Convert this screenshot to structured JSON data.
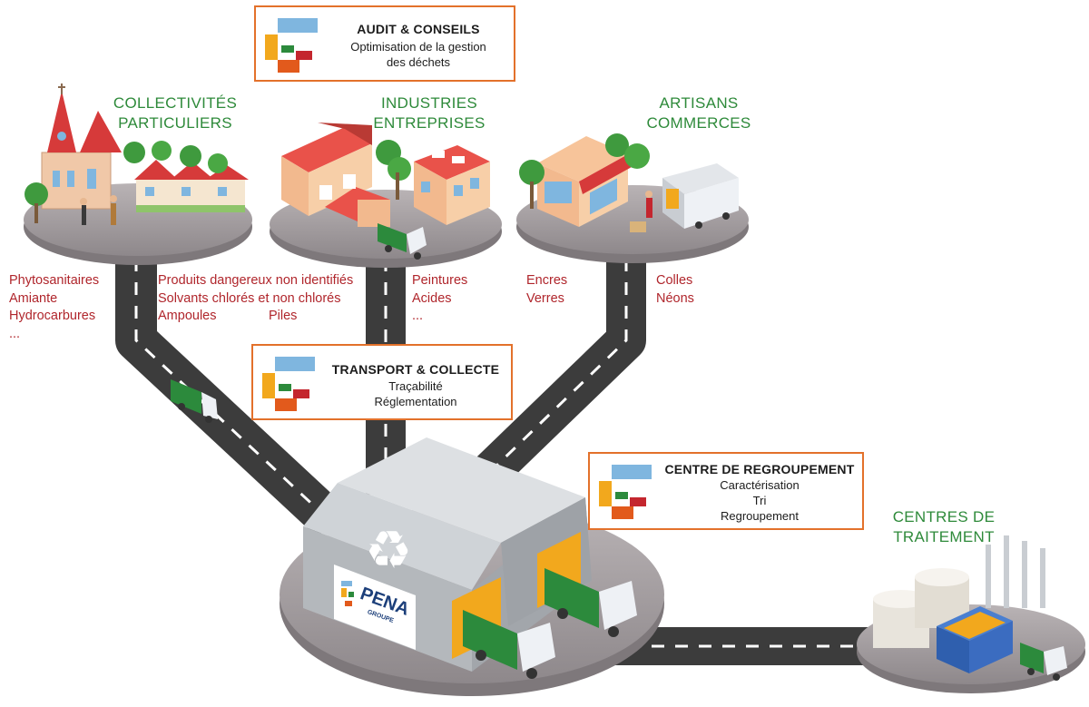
{
  "boxes": {
    "audit": {
      "title": "AUDIT & CONSEILS",
      "lines": [
        "Optimisation de la gestion",
        "des déchets"
      ]
    },
    "transport": {
      "title": "TRANSPORT & COLLECTE",
      "lines": [
        "Traçabilité",
        "Réglementation"
      ]
    },
    "centre": {
      "title": "CENTRE DE REGROUPEMENT",
      "lines": [
        "Caractérisation",
        "Tri",
        "Regroupement"
      ]
    }
  },
  "hubs": {
    "collectivites": {
      "lines": [
        "COLLECTIVITÉS",
        "PARTICULIERS"
      ]
    },
    "industries": {
      "lines": [
        "INDUSTRIES",
        "ENTREPRISES"
      ]
    },
    "artisans": {
      "lines": [
        "ARTISANS",
        "COMMERCES"
      ]
    },
    "traitement": {
      "lines": [
        "CENTRES DE",
        "TRAITEMENT"
      ]
    }
  },
  "waste": {
    "col1": [
      "Phytosanitaires",
      "Amiante",
      "Hydrocarbures",
      "..."
    ],
    "col2": [
      "Produits dangereux non identifiés",
      "Solvants chlorés et non chlorés",
      "Ampoules"
    ],
    "col2b": [
      "Piles"
    ],
    "col3": [
      "Peintures",
      "Acides",
      "..."
    ],
    "col4": [
      "Encres",
      "Verres"
    ],
    "col5": [
      "Colles",
      "Néons"
    ]
  },
  "brand": {
    "name": "PENA",
    "tag": "GROUPE"
  },
  "colors": {
    "accent_border": "#e3712b",
    "label_green": "#2e8a3a",
    "waste_red": "#b0262c",
    "logo_blue": "#7fb6df",
    "logo_yellow": "#f2a81d",
    "logo_green": "#2c8a3c",
    "logo_red": "#c4262e",
    "logo_orange": "#e25a1c"
  }
}
